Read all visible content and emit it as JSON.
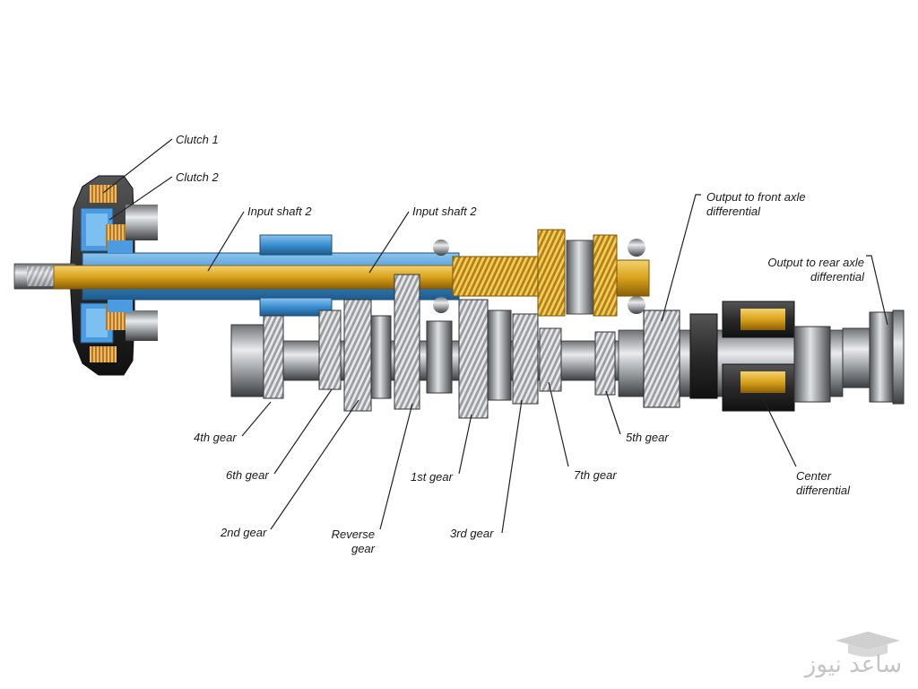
{
  "labels": {
    "clutch1": "Clutch 1",
    "clutch2": "Clutch 2",
    "input_shaft_a": "Input shaft 2",
    "input_shaft_b": "Input shaft 2",
    "output_front_line1": "Output to front axle",
    "output_front_line2": "differential",
    "output_rear_line1": "Output to rear axle",
    "output_rear_line2": "differential",
    "gear4": "4th gear",
    "gear6": "6th gear",
    "gear2": "2nd gear",
    "reverse_line1": "Reverse",
    "reverse_line2": "gear",
    "gear1": "1st gear",
    "gear3": "3rd gear",
    "gear7": "7th gear",
    "gear5": "5th gear",
    "center_diff_line1": "Center",
    "center_diff_line2": "differential"
  },
  "watermark": {
    "text": "ساعد نیوز"
  },
  "colors": {
    "shaft_gold": "#d9a21b",
    "shaft_blue": "#3b8fd1",
    "steel": "#b9bcc0",
    "dark": "#2b2b2b",
    "leader": "#222222"
  }
}
